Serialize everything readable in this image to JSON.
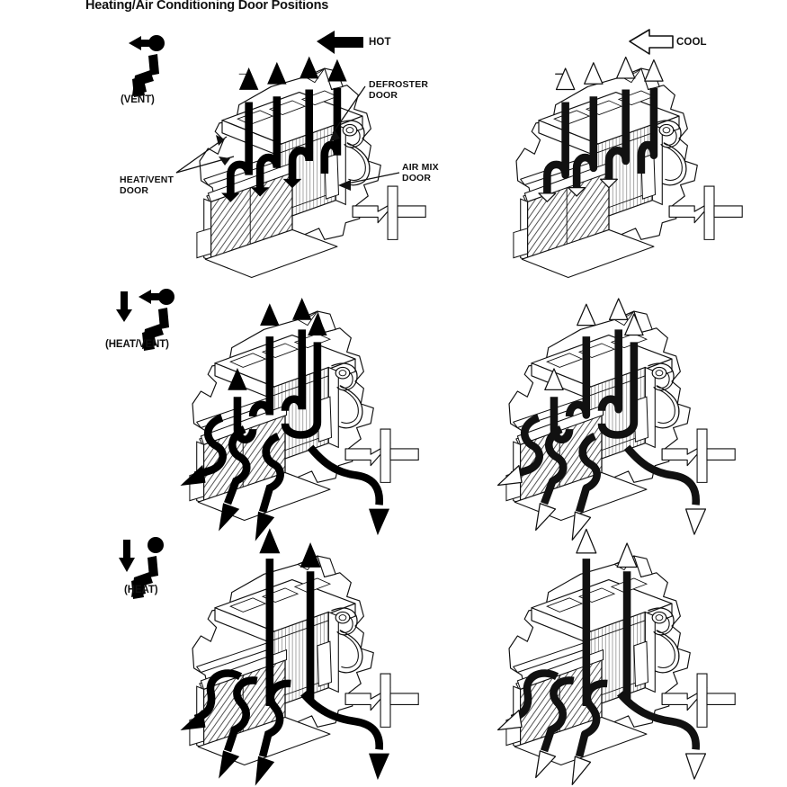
{
  "document": {
    "title": "Heating/Air Conditioning Door Positions",
    "type": "service-manual-diagram",
    "background_color": "#ffffff",
    "line_color": "#111111",
    "fill_solid_color": "#000000"
  },
  "legend": {
    "hot": {
      "label": "HOT",
      "arrow_style": "solid-black",
      "arrow_direction": "left",
      "icon": "solid-left-arrow-icon"
    },
    "cool": {
      "label": "COOL",
      "arrow_style": "hollow-outline",
      "arrow_direction": "left",
      "icon": "hollow-left-arrow-icon"
    }
  },
  "modes": [
    {
      "id": "vent",
      "label": "(VENT)",
      "person_icon": "seated-person-icon",
      "arrows": [
        "right"
      ],
      "airflow": "all air exits upper vent outlets"
    },
    {
      "id": "heat-vent",
      "label": "(HEAT/VENT)",
      "person_icon": "seated-person-icon",
      "arrows": [
        "right",
        "down"
      ],
      "airflow": "air split between vent outlets and floor outlets"
    },
    {
      "id": "heat",
      "label": "(HEAT)",
      "person_icon": "seated-person-icon",
      "arrows": [
        "down"
      ],
      "airflow": "air exits floor outlets and defroster"
    }
  ],
  "callouts": [
    {
      "id": "defroster-door",
      "line1": "DEFROSTER",
      "line2": "DOOR"
    },
    {
      "id": "heat-vent-door",
      "line1": "HEAT/VENT",
      "line2": "DOOR"
    },
    {
      "id": "air-mix-door",
      "line1": "AIR MIX",
      "line2": "DOOR"
    }
  ],
  "columns": [
    {
      "id": "hot-column",
      "temperature": "HOT",
      "arrow_fill": "#000000",
      "arrow_stroke": "#000000"
    },
    {
      "id": "cool-column",
      "temperature": "COOL",
      "arrow_fill": "#ffffff",
      "arrow_stroke": "#111111"
    }
  ],
  "unit_parts": [
    "heater-unit-housing",
    "evaporator-core",
    "heater-core",
    "blower-inlet",
    "coolant-hoses",
    "defroster-door",
    "heat-vent-door",
    "air-mix-door"
  ]
}
